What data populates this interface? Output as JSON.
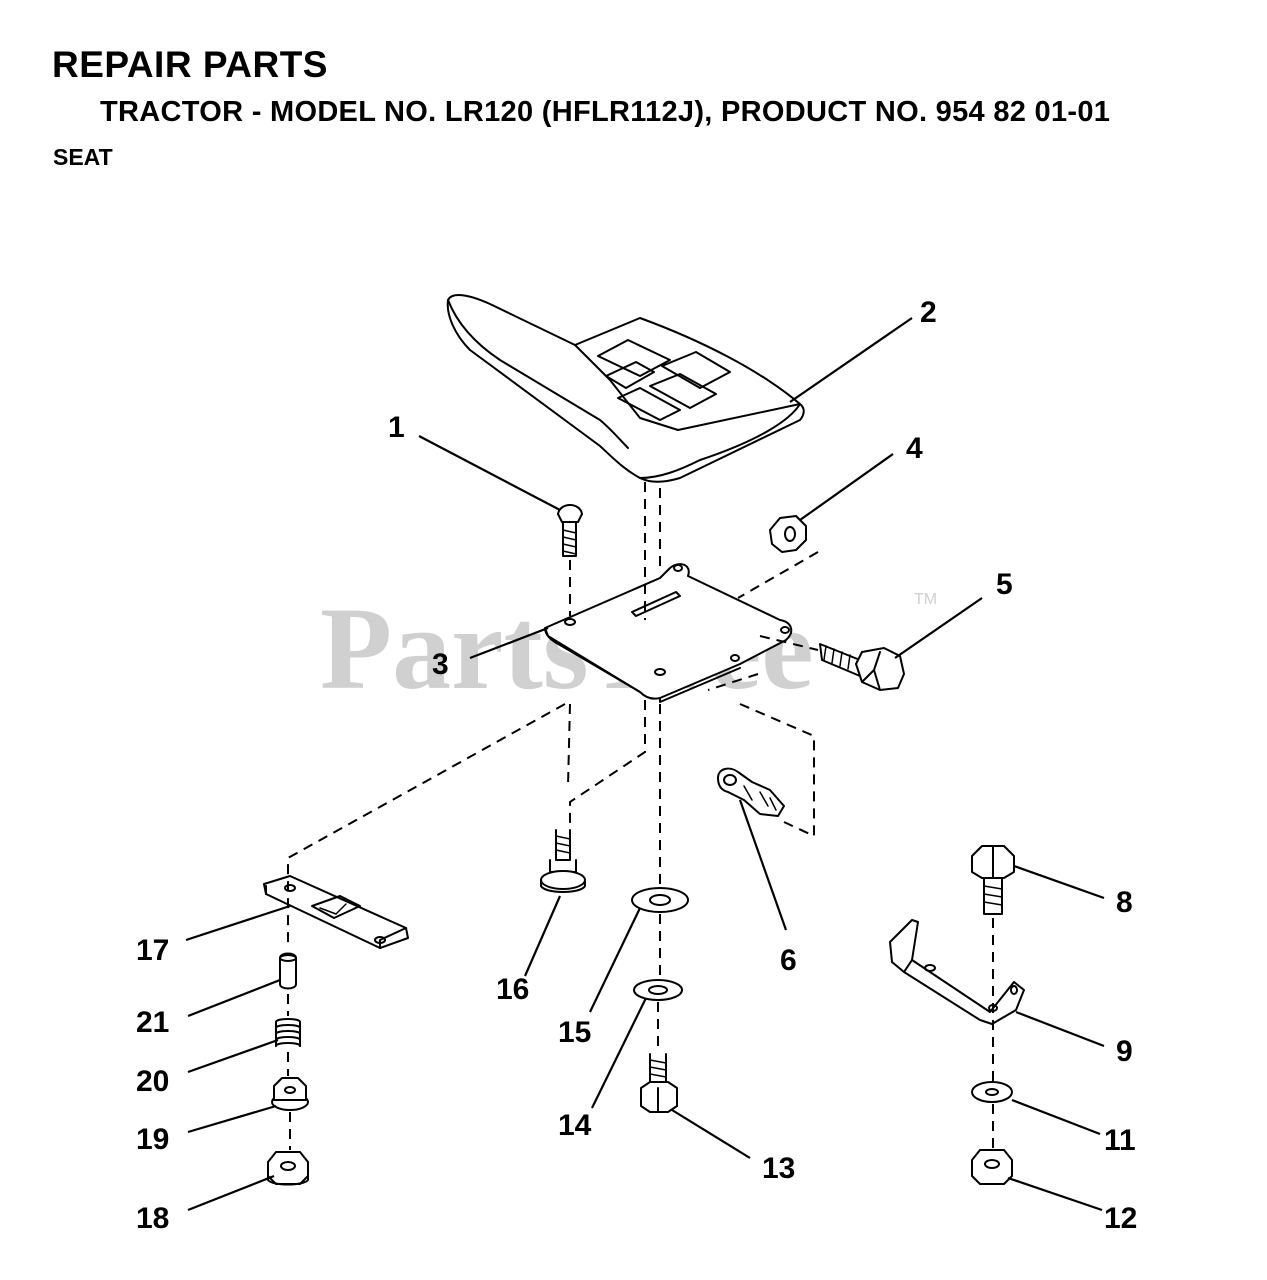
{
  "header": {
    "title": "REPAIR PARTS",
    "subtitle": "TRACTOR - MODEL NO. LR120 (HFLR112J), PRODUCT NO. 954 82 01-01",
    "section": "SEAT"
  },
  "watermark": {
    "text": "PartsTree",
    "trademark": "TM"
  },
  "callouts": [
    "1",
    "2",
    "3",
    "4",
    "5",
    "6",
    "8",
    "9",
    "11",
    "12",
    "13",
    "14",
    "15",
    "16",
    "17",
    "18",
    "19",
    "20",
    "21"
  ]
}
